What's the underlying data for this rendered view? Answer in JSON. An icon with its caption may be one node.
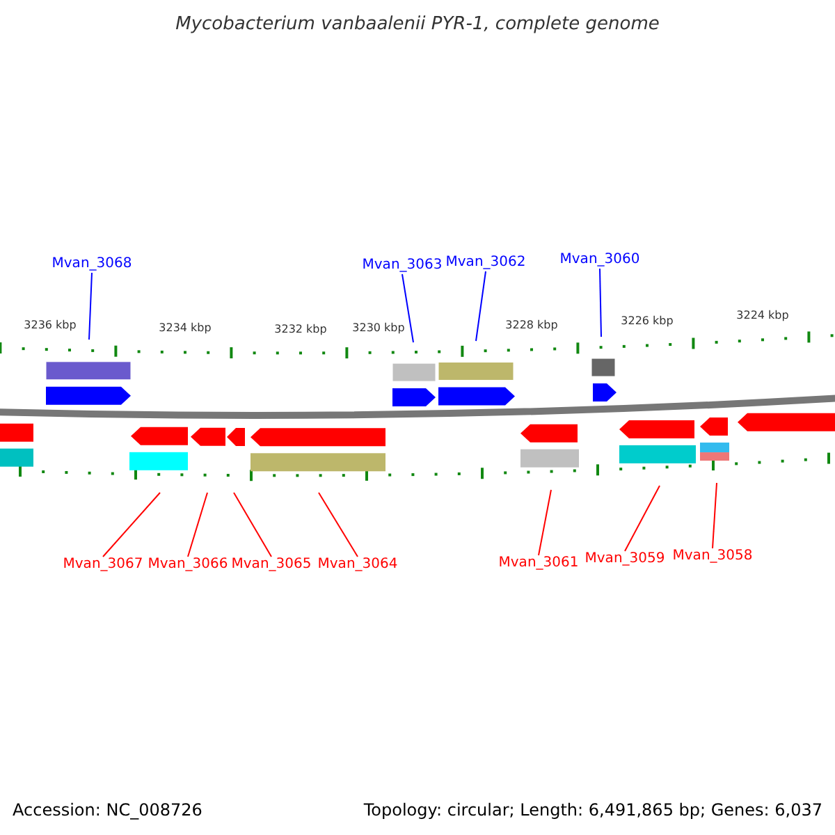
{
  "diagram": {
    "title": "Mycobacterium vanbaalenii PYR-1, complete genome",
    "nodes": [
      {
        "text": [
          "Mvan_3068"
        ]
      },
      {
        "text": [
          "Mvan_3063"
        ]
      },
      {
        "text": [
          "Mvan_3062"
        ]
      },
      {
        "text": [
          "Mvan_3060"
        ]
      },
      {
        "text": [
          "Mvan_3067"
        ]
      },
      {
        "text": [
          "Mvan_3066"
        ]
      },
      {
        "text": [
          "Mvan_3065"
        ]
      },
      {
        "text": [
          "Mvan_3064"
        ]
      },
      {
        "text": [
          "Mvan_3061"
        ]
      },
      {
        "text": [
          "Mvan_3059"
        ]
      },
      {
        "text": [
          "Mvan_3058"
        ]
      }
    ],
    "edges": [
      {
        "from": 0,
        "to": null,
        "arrow": "none",
        "color": "#0000ff"
      },
      {
        "from": 1,
        "to": null,
        "arrow": "none",
        "color": "#0000ff"
      },
      {
        "from": 2,
        "to": null,
        "arrow": "none",
        "color": "#0000ff"
      },
      {
        "from": 3,
        "to": null,
        "arrow": "none",
        "color": "#0000ff"
      },
      {
        "from": 4,
        "to": null,
        "arrow": "none"
      },
      {
        "from": 5,
        "to": null,
        "arrow": "none"
      },
      {
        "from": 6,
        "to": null,
        "arrow": "none"
      },
      {
        "from": 7,
        "to": null,
        "arrow": "none"
      },
      {
        "from": 8,
        "to": null,
        "arrow": "none"
      },
      {
        "from": 9,
        "to": null,
        "arrow": "none"
      },
      {
        "from": 10,
        "to": null,
        "arrow": "none"
      }
    ],
    "labels": [
      "3236 kbp",
      "3234 kbp",
      "3232 kbp",
      "3230 kbp",
      "3228 kbp",
      "3226 kbp",
      "3224 kbp",
      "Accession: NC_008726",
      "Topology: circular; Length: 6,491,865 bp; Genes: 6,037"
    ]
  }
}
